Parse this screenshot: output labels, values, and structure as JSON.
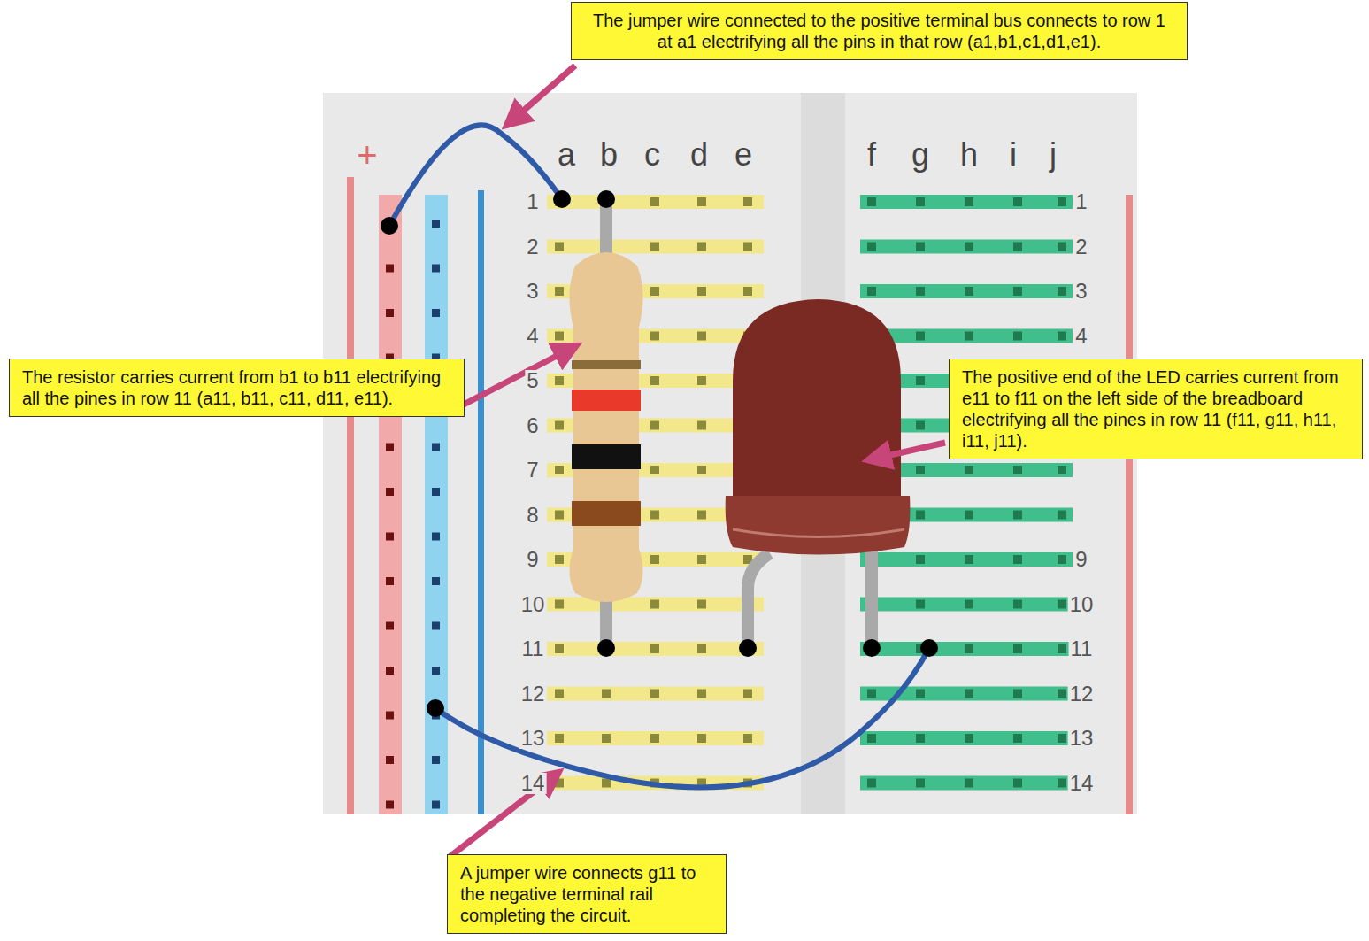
{
  "diagram": {
    "nodes": [
      {
        "text": [
          "The jumper wire connected to the positive terminal bus connects to row 1 at a1 electrifying all the pins in that row (a1,b1,c1,d1,e1)."
        ]
      },
      {
        "text": [
          "The resistor carries current from b1 to b11 electrifying all the pines in row 11 (a11, b11, c11, d11, e11)."
        ]
      },
      {
        "text": [
          "The positive end of the LED carries current from e11 to f11 on the left side of the breadboard electrifying all the pines in row 11 (f11, g11, h11, i11, j11)."
        ]
      },
      {
        "text": [
          "A jumper wire connects g11 to the negative terminal rail completing the circuit."
        ]
      }
    ],
    "labels": [
      "+",
      "a",
      "b",
      "c",
      "d",
      "e",
      "f",
      "g",
      "h",
      "i",
      "j",
      "1",
      "2",
      "3",
      "4",
      "5",
      "6",
      "7",
      "8",
      "9",
      "10",
      "11",
      "12",
      "13",
      "14",
      "1",
      "2",
      "3",
      "4",
      "9",
      "10",
      "11",
      "12",
      "13",
      "14"
    ]
  }
}
